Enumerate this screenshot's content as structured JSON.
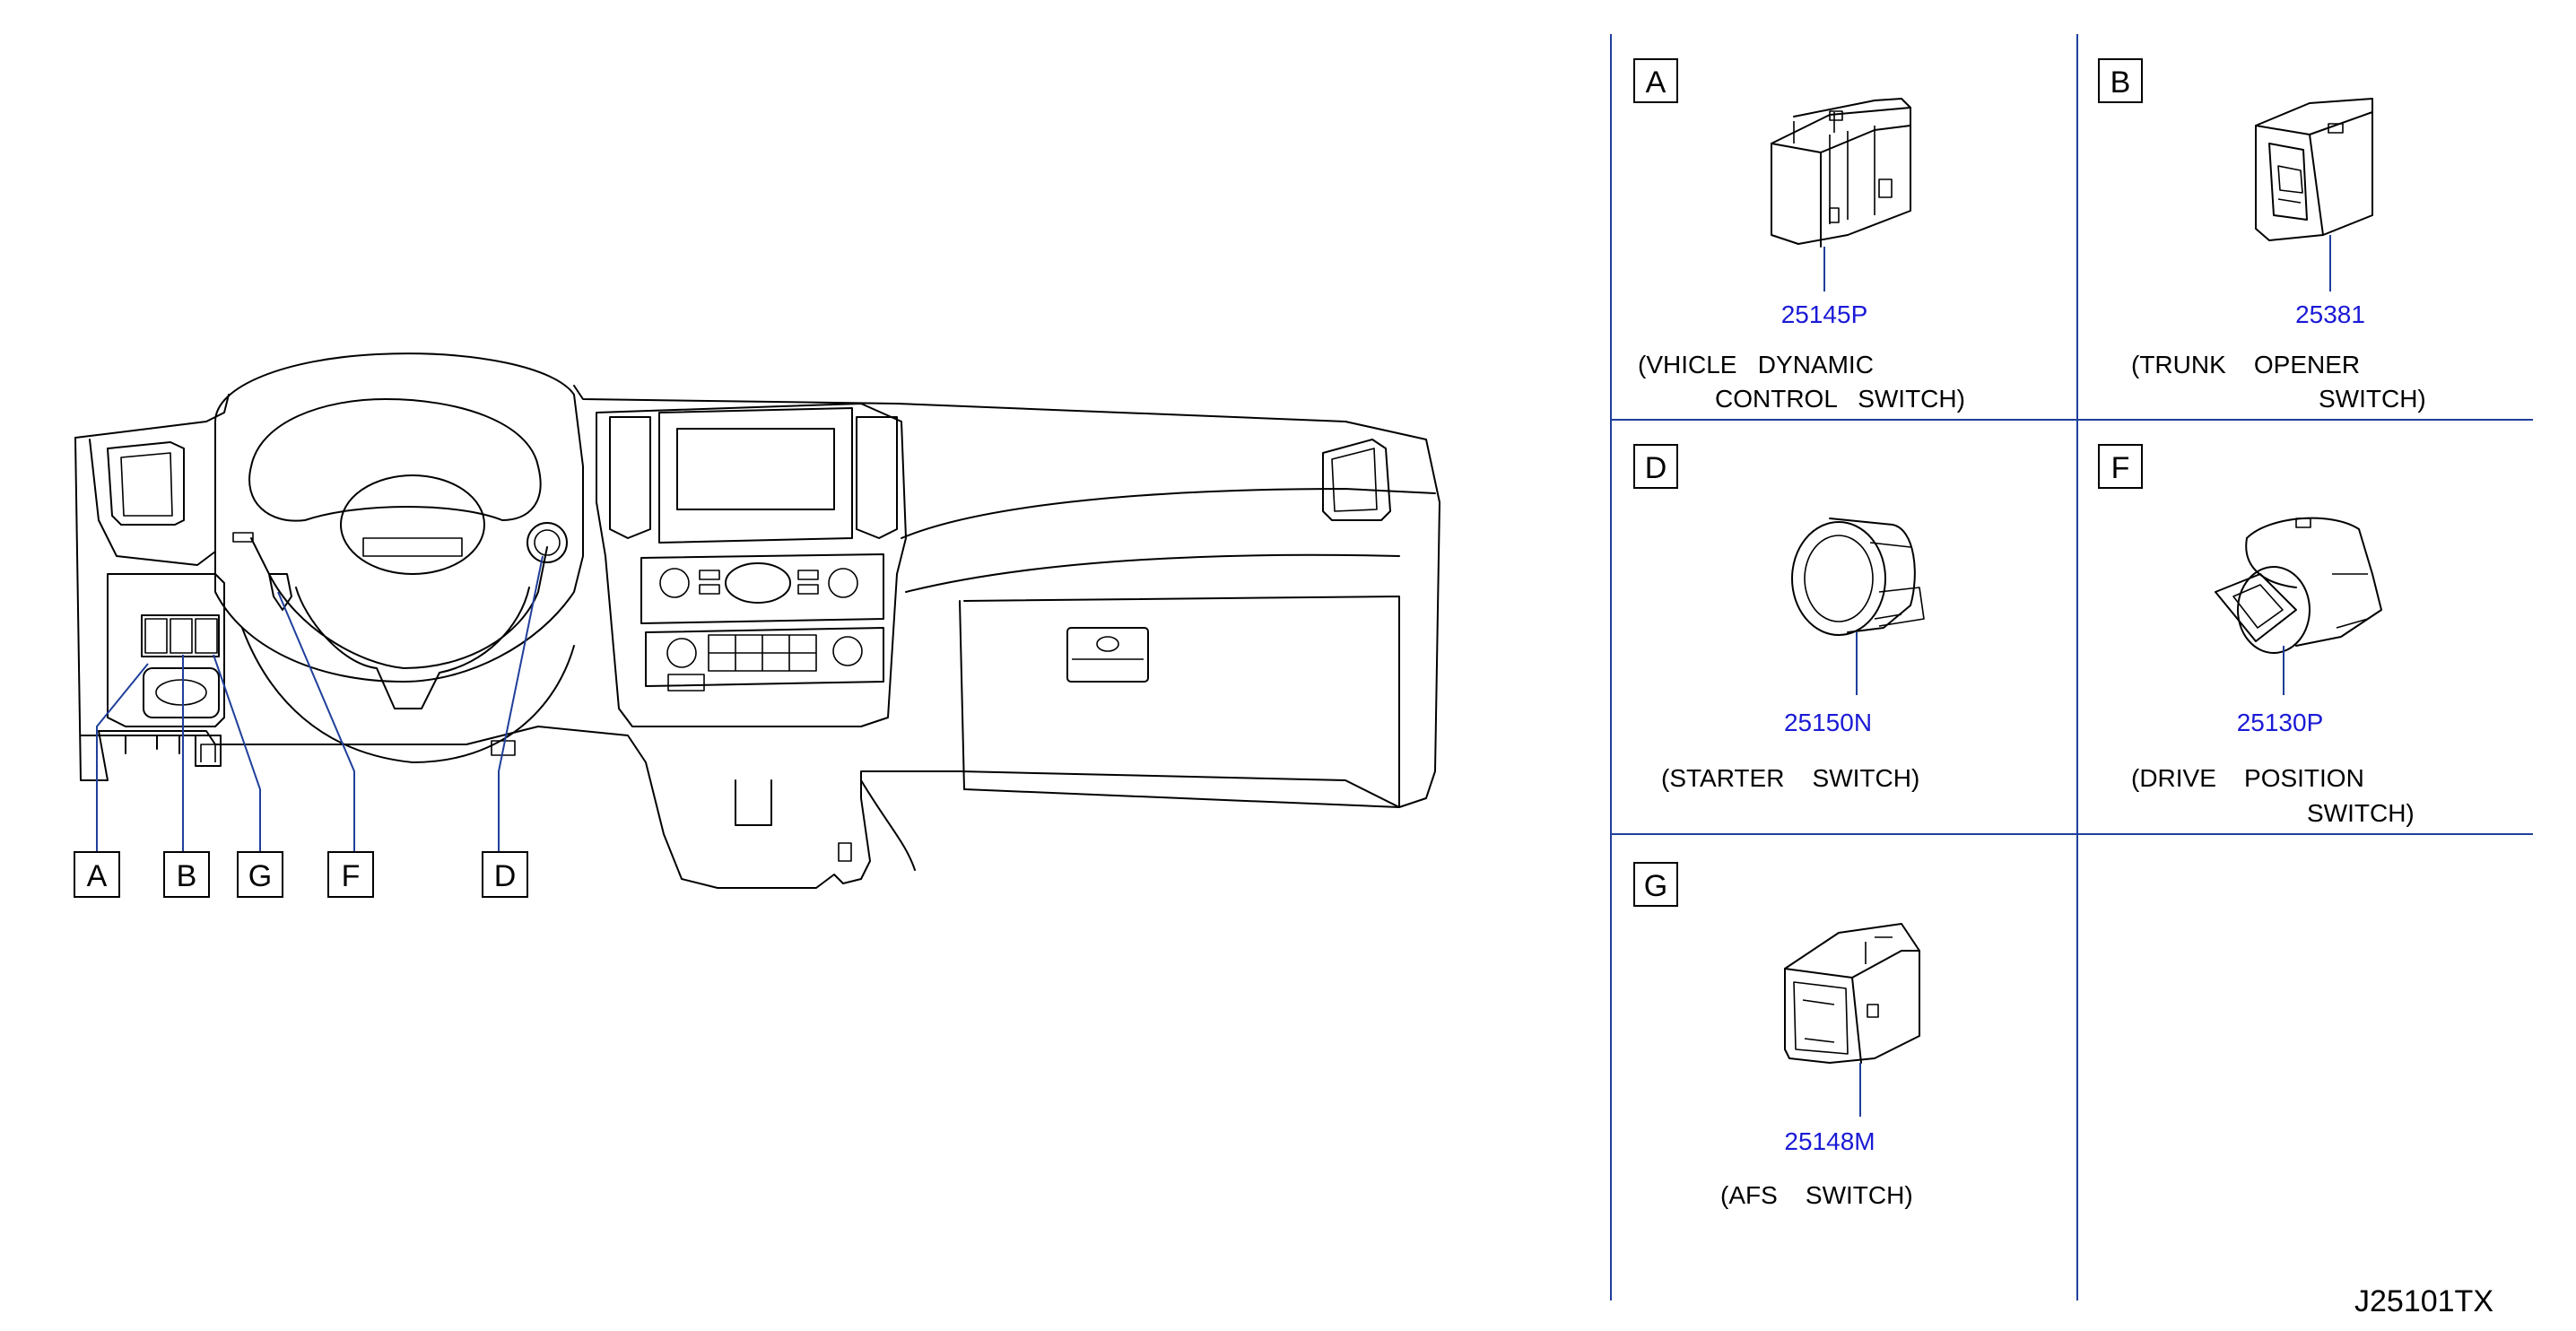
{
  "diagram_code": "J25101TX",
  "callouts": [
    {
      "letter": "A"
    },
    {
      "letter": "B"
    },
    {
      "letter": "G"
    },
    {
      "letter": "F"
    },
    {
      "letter": "D"
    }
  ],
  "panels": [
    {
      "letter": "A",
      "part_number": "25145P",
      "desc_line1": "(VHICLE   DYNAMIC",
      "desc_line2": "CONTROL   SWITCH)"
    },
    {
      "letter": "B",
      "part_number": "25381",
      "desc_line1": "(TRUNK    OPENER",
      "desc_line2": "SWITCH)"
    },
    {
      "letter": "D",
      "part_number": "25150N",
      "desc_line1": "(STARTER    SWITCH)",
      "desc_line2": ""
    },
    {
      "letter": "F",
      "part_number": "25130P",
      "desc_line1": "(DRIVE    POSITION",
      "desc_line2": "SWITCH)"
    },
    {
      "letter": "G",
      "part_number": "25148M",
      "desc_line1": "(AFS    SWITCH)",
      "desc_line2": ""
    }
  ],
  "colors": {
    "part_number": "#1a1ad6",
    "grid_lines": "#1f3f9a"
  }
}
